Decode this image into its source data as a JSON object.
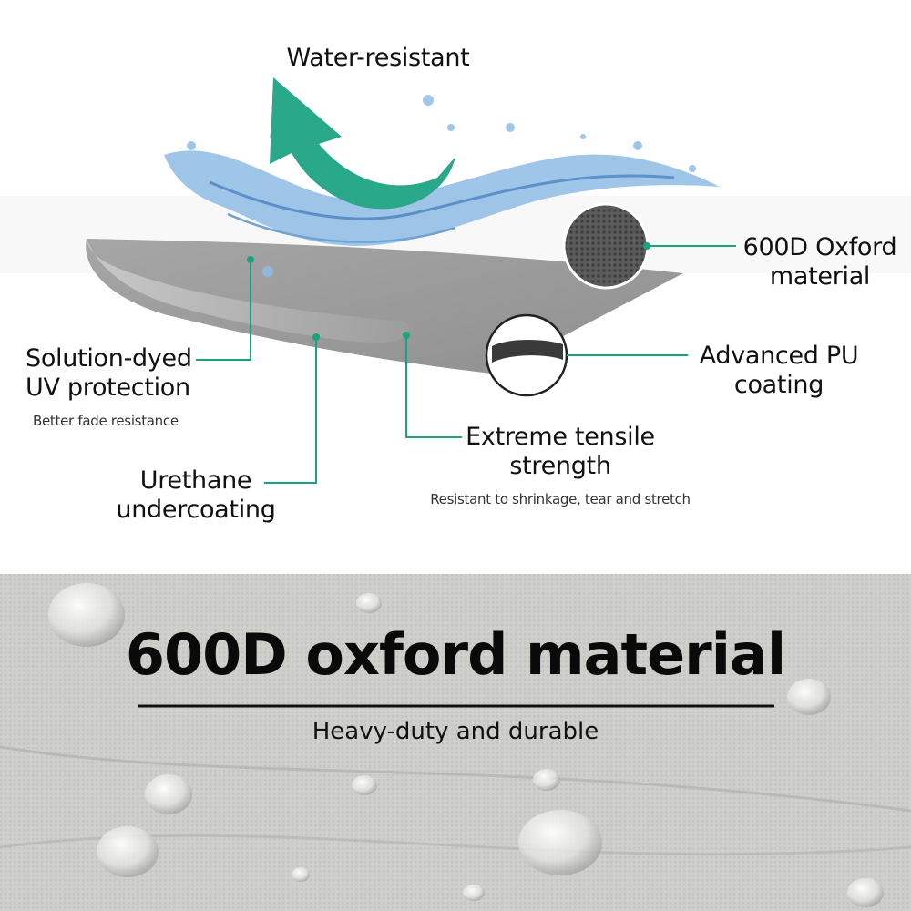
{
  "colors": {
    "accent": "#2aa98a",
    "connector": "#1aa37f",
    "fabric_gray": "#9a9a9a",
    "water_blue": "#6fa6d6",
    "panel_bg": "#cfd0cc"
  },
  "features": {
    "water_resistant": {
      "title": "Water-resistant"
    },
    "oxford": {
      "line1": "600D Oxford",
      "line2": "material"
    },
    "pu": {
      "line1": "Advanced PU",
      "line2": "coating"
    },
    "uv": {
      "line1": "Solution-dyed",
      "line2": "UV protection",
      "sub": "Better fade resistance"
    },
    "urethane": {
      "line1": "Urethane",
      "line2": "undercoating"
    },
    "tensile": {
      "line1": "Extreme tensile",
      "line2": "strength",
      "sub": "Resistant to shrinkage, tear and stretch"
    }
  },
  "bottom": {
    "title": "600D oxford material",
    "subtitle": "Heavy-duty and durable"
  },
  "icons": [
    "arrow-icon",
    "water-splash-icon",
    "fabric-swatch-icon",
    "coating-cross-section-icon"
  ]
}
